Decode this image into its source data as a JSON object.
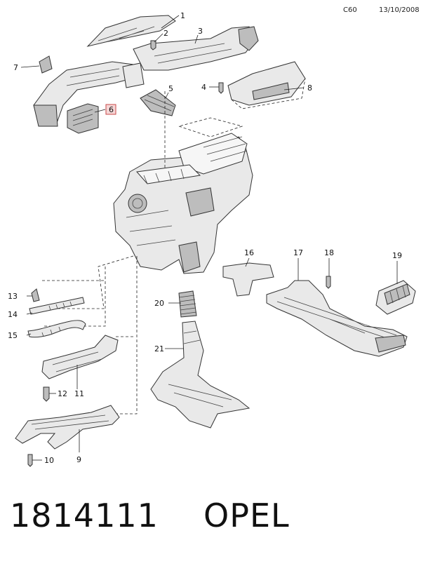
{
  "header": {
    "code": "C60",
    "date": "13/10/2008"
  },
  "callouts": {
    "c1": "1",
    "c2": "2",
    "c3": "3",
    "c4": "4",
    "c5": "5",
    "c6": "6",
    "c7": "7",
    "c8": "8",
    "c9": "9",
    "c10": "10",
    "c11": "11",
    "c12": "12",
    "c13": "13",
    "c14": "14",
    "c15": "15",
    "c16": "16",
    "c17": "17",
    "c18": "18",
    "c19": "19",
    "c20": "20",
    "c21": "21"
  },
  "footer": {
    "part_number": "1814111",
    "brand": "OPEL"
  },
  "colors": {
    "highlight_fill": "#f5d6d6",
    "highlight_stroke": "#c94a4a"
  }
}
